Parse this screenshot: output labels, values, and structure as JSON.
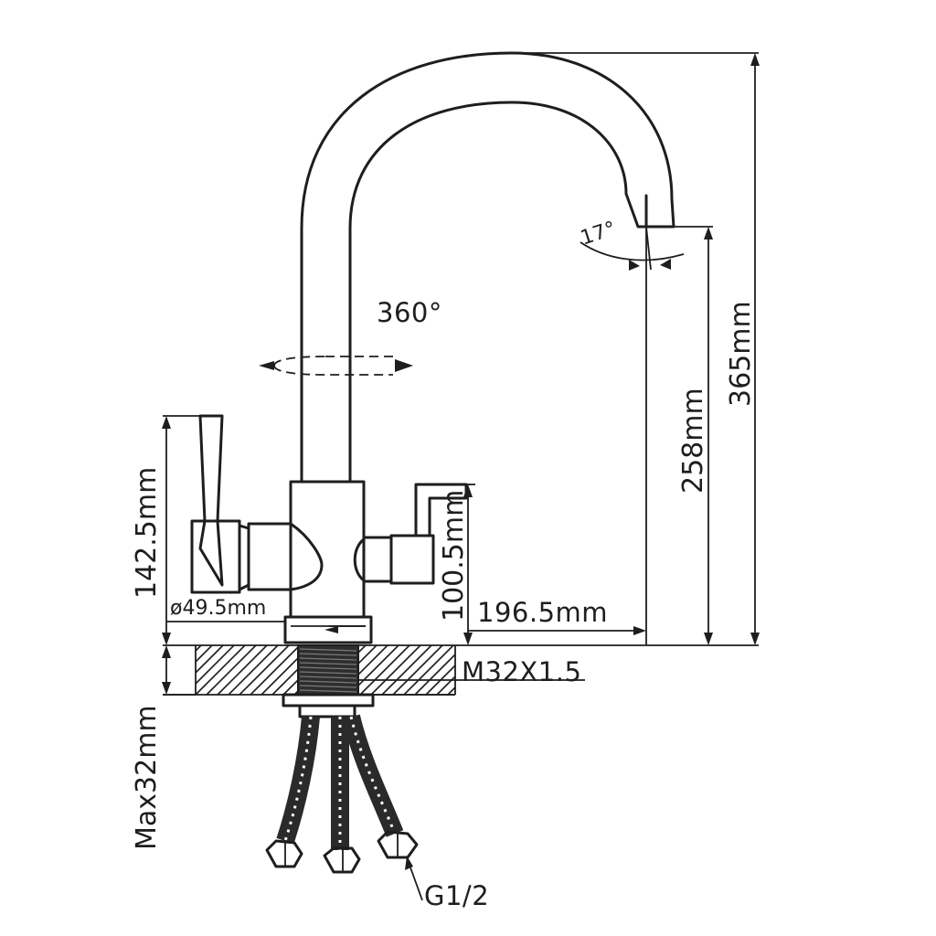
{
  "labels": {
    "rotation": "360°",
    "spout_angle": "17°",
    "height_total": "365mm",
    "height_spout": "258mm",
    "height_lever": "142.5mm",
    "height_body": "100.5mm",
    "reach": "196.5mm",
    "base_diameter": "ø49.5mm",
    "thread": "M32X1.5",
    "max_thickness": "Max32mm",
    "hose_connection": "G1/2"
  },
  "colors": {
    "line": "#1e1e1e",
    "background": "#ffffff"
  }
}
